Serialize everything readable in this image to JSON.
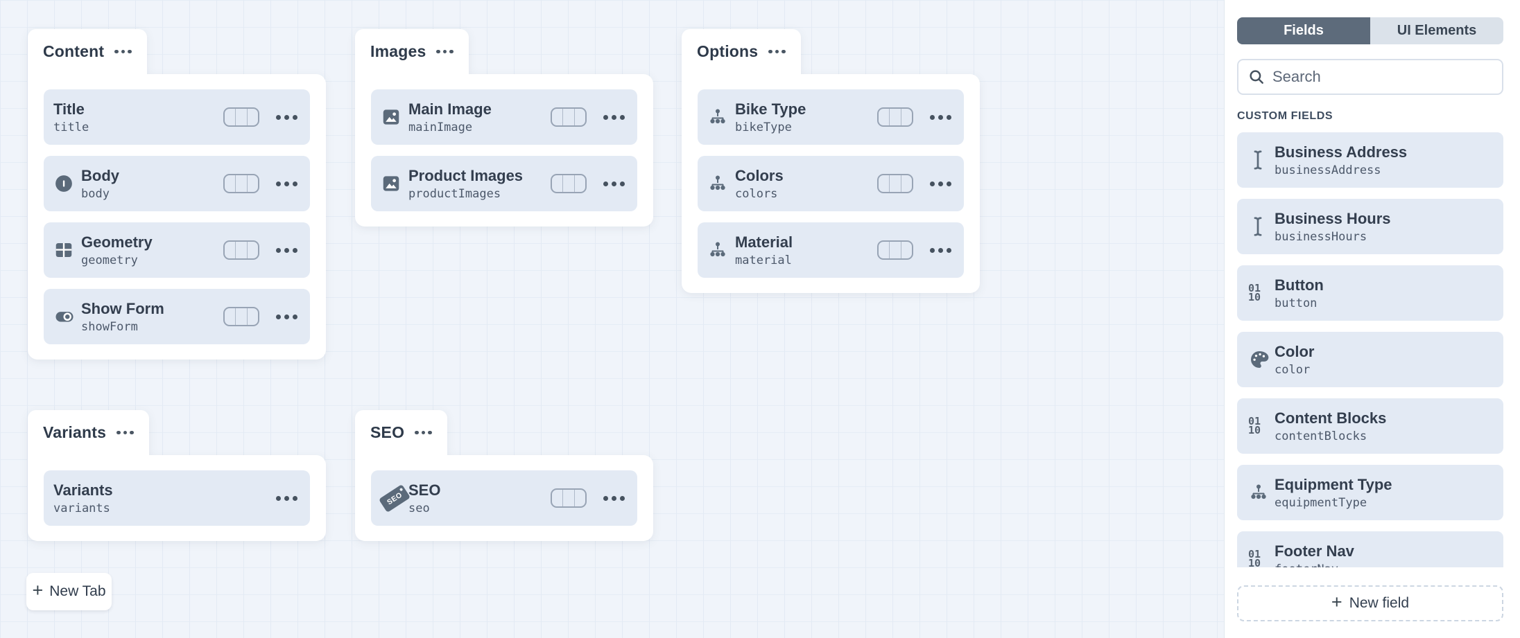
{
  "canvas": {
    "groups": [
      {
        "title": "Content",
        "fields": [
          {
            "label": "Title",
            "name": "title",
            "icon": null,
            "has_width": true
          },
          {
            "label": "Body",
            "name": "body",
            "icon": "richtext",
            "has_width": true
          },
          {
            "label": "Geometry",
            "name": "geometry",
            "icon": "table",
            "has_width": true
          },
          {
            "label": "Show Form",
            "name": "showForm",
            "icon": "toggle",
            "has_width": true
          }
        ]
      },
      {
        "title": "Images",
        "fields": [
          {
            "label": "Main Image",
            "name": "mainImage",
            "icon": "image",
            "has_width": true
          },
          {
            "label": "Product Images",
            "name": "productImages",
            "icon": "image",
            "has_width": true
          }
        ]
      },
      {
        "title": "Options",
        "fields": [
          {
            "label": "Bike Type",
            "name": "bikeType",
            "icon": "hierarchy",
            "has_width": true
          },
          {
            "label": "Colors",
            "name": "colors",
            "icon": "hierarchy",
            "has_width": true
          },
          {
            "label": "Material",
            "name": "material",
            "icon": "hierarchy",
            "has_width": true
          }
        ]
      },
      {
        "title": "Variants",
        "fields": [
          {
            "label": "Variants",
            "name": "variants",
            "icon": null,
            "has_width": false
          }
        ]
      },
      {
        "title": "SEO",
        "fields": [
          {
            "label": "SEO",
            "name": "seo",
            "icon": "seo-tag",
            "has_width": true
          }
        ]
      }
    ],
    "new_tab_label": "New Tab"
  },
  "sidebar": {
    "tabs": [
      {
        "label": "Fields",
        "active": true
      },
      {
        "label": "UI Elements",
        "active": false
      }
    ],
    "search_placeholder": "Search",
    "section_label": "CUSTOM FIELDS",
    "items": [
      {
        "label": "Business Address",
        "name": "businessAddress",
        "icon": "text-cursor"
      },
      {
        "label": "Business Hours",
        "name": "businessHours",
        "icon": "text-cursor"
      },
      {
        "label": "Button",
        "name": "button",
        "icon": "binary"
      },
      {
        "label": "Color",
        "name": "color",
        "icon": "palette"
      },
      {
        "label": "Content Blocks",
        "name": "contentBlocks",
        "icon": "binary"
      },
      {
        "label": "Equipment Type",
        "name": "equipmentType",
        "icon": "hierarchy"
      },
      {
        "label": "Footer Nav",
        "name": "footerNav",
        "icon": "binary"
      }
    ],
    "new_field_label": "New field"
  },
  "icons": {
    "plus_glyph": "+",
    "binary_lines": [
      "01",
      "10"
    ],
    "seo_tag_text": "SEO",
    "search": "magnifier",
    "group_menu": "ellipsis",
    "field_menu": "ellipsis"
  },
  "colors": {
    "canvas_bg": "#f0f4fa",
    "grid_line": "#e3eaf4",
    "card_bg": "#e3eaf4",
    "icon_slate": "#5b6a7a",
    "label_text": "#333e4e",
    "code_text": "#4c586a",
    "segment_active_bg": "#5d6b7b",
    "segment_inactive_bg": "#dbe2ea"
  }
}
